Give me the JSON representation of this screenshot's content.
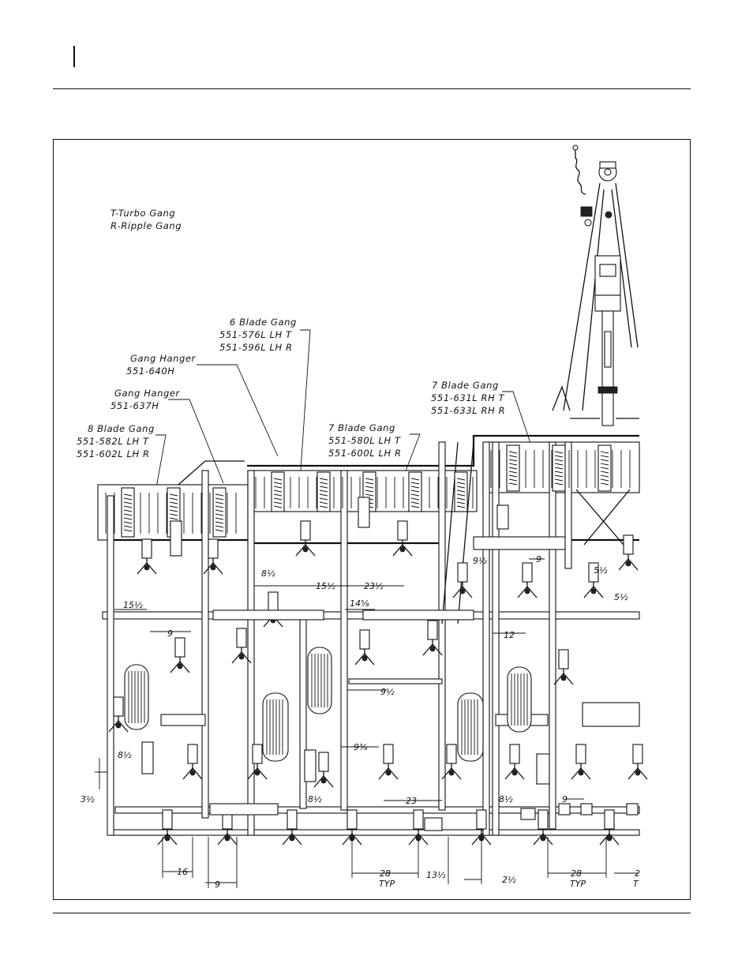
{
  "legend": {
    "line1": "T-Turbo Gang",
    "line2": "R-Ripple Gang"
  },
  "callouts": [
    {
      "title": "6 Blade Gang",
      "lines": [
        "551-576L LH T",
        "551-596L LH R"
      ]
    },
    {
      "title": "Gang Hanger",
      "lines": [
        "551-640H"
      ]
    },
    {
      "title": "Gang Hanger",
      "lines": [
        "551-637H"
      ]
    },
    {
      "title": "8 Blade Gang",
      "lines": [
        "551-582L LH T",
        "551-602L LH R"
      ]
    },
    {
      "title": "7 Blade Gang",
      "lines": [
        "551-580L LH T",
        "551-600L LH R"
      ]
    },
    {
      "title": "7 Blade Gang",
      "lines": [
        "551-631L RH T",
        "551-633L RH R"
      ]
    }
  ],
  "dimensions": {
    "d_8half_a": "8½",
    "d_15half_a": "15½",
    "d_23half": "23½",
    "d_14_5_8": "14⅝",
    "d_9half_a": "9½",
    "d_9_a": "9",
    "d_5half_a": "5½",
    "d_5half_b": "5½",
    "d_15half_b": "15½",
    "d_9_b": "9",
    "d_12": "12",
    "d_9half_b": "9½",
    "d_9_3_8": "9⅜",
    "d_8half_b": "8½",
    "d_3half": "3½",
    "d_8half_c": "8½",
    "d_23": "23",
    "d_8half_d": "8½",
    "d_9_c": "9",
    "d_16": "16",
    "d_9_d": "9",
    "d_28_a": "28",
    "typ_a": "TYP",
    "d_13half": "13½",
    "d_2half": "2½",
    "d_28_b": "28",
    "typ_b": "TYP",
    "d_2_cut": "2",
    "typ_cut": "T"
  }
}
